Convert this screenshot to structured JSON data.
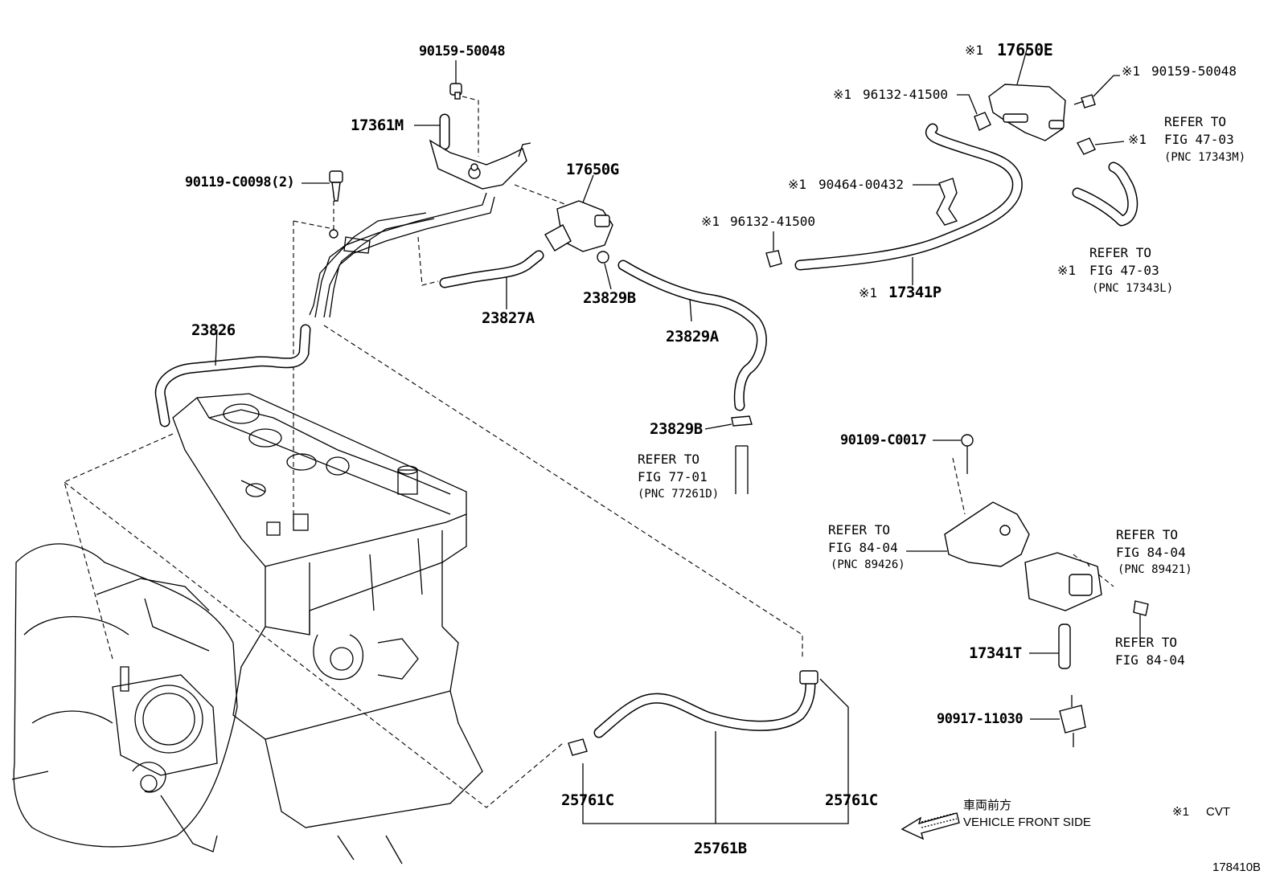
{
  "labels": {
    "p90159_50048_a": "90159-50048",
    "p17361M": "17361M",
    "p90119_C0098": "90119-C0098(2)",
    "p17650G": "17650G",
    "p23826": "23826",
    "p23827A": "23827A",
    "p23829B_a": "23829B",
    "p23829A": "23829A",
    "p23829B_b": "23829B",
    "ref77_1": "REFER TO",
    "ref77_2": "FIG 77-01",
    "ref77_3": "(PNC 77261D)",
    "p17650E": "17650E",
    "p96132_41500_a": "96132-41500",
    "p90159_50048_b": "90159-50048",
    "ref4703a_1": "REFER TO",
    "ref4703a_2": "FIG 47-03",
    "ref4703a_3": "(PNC 17343M)",
    "p90464_00432": "90464-00432",
    "p96132_41500_b": "96132-41500",
    "ref4703b_1": "REFER TO",
    "ref4703b_2": "FIG 47-03",
    "ref4703b_3": "(PNC 17343L)",
    "p17341P": "17341P",
    "p90109_C0017": "90109-C0017",
    "ref8404a_1": "REFER TO",
    "ref8404a_2": "FIG 84-04",
    "ref8404a_3": "(PNC 89426)",
    "ref8404b_1": "REFER TO",
    "ref8404b_2": "FIG 84-04",
    "ref8404b_3": "(PNC 89421)",
    "ref8404c_1": "REFER TO",
    "ref8404c_2": "FIG 84-04",
    "p17341T": "17341T",
    "p90917_11030": "90917-11030",
    "p25761C_a": "25761C",
    "p25761C_b": "25761C",
    "p25761B": "25761B",
    "mark": "※1",
    "front_jp": "車両前方",
    "front_en": "VEHICLE FRONT SIDE",
    "legend_text": "CVT",
    "figure_id": "178410B"
  }
}
